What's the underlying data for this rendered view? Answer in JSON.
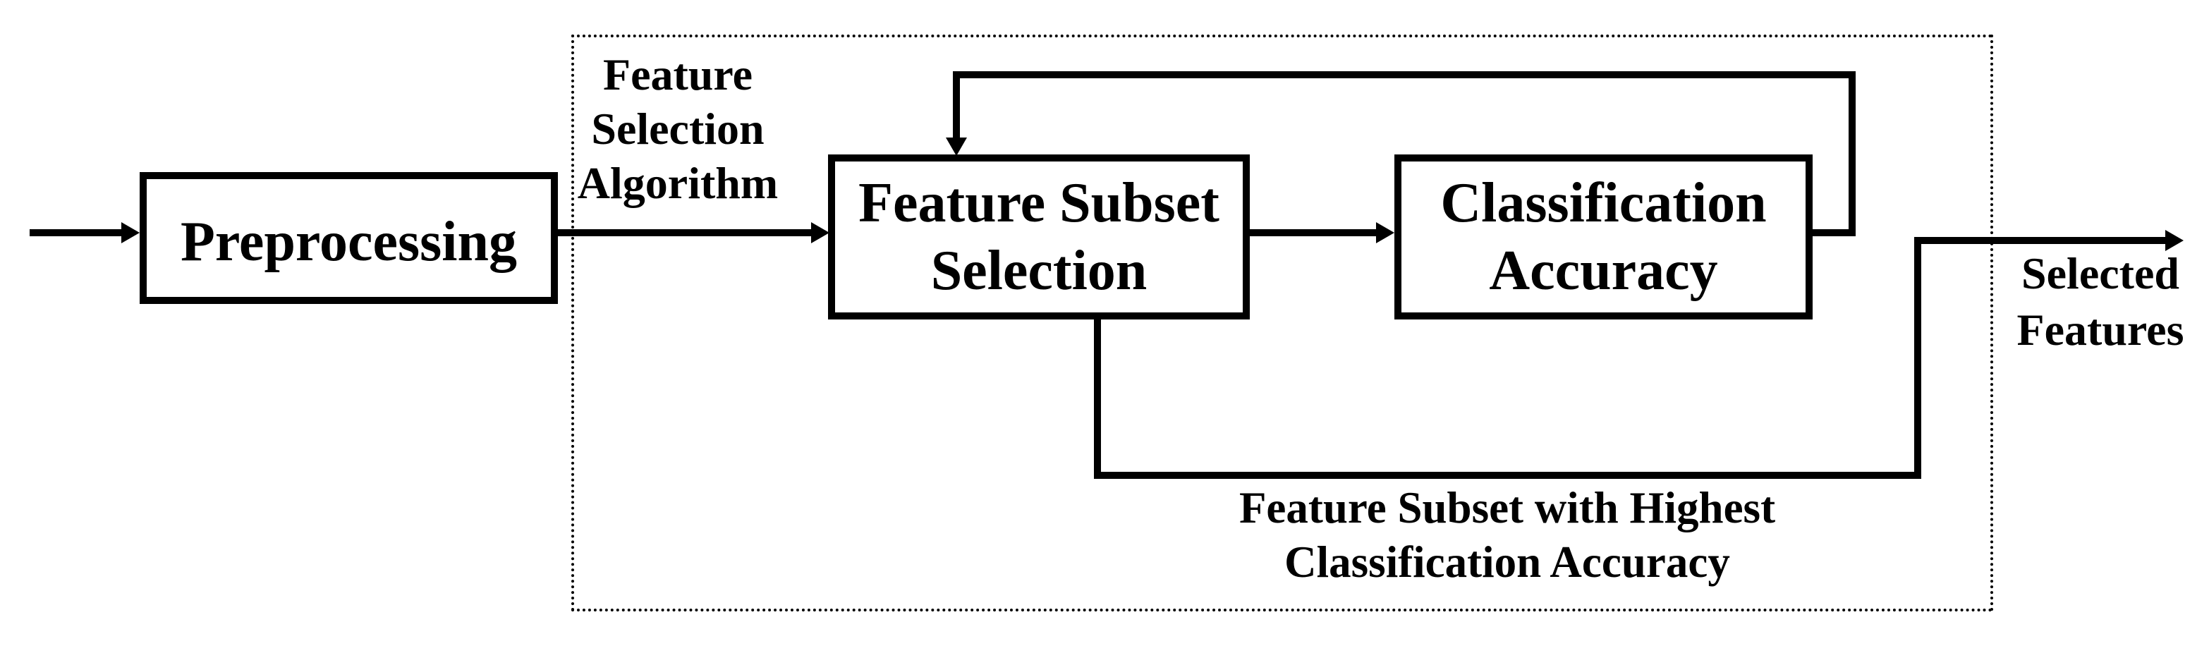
{
  "colors": {
    "ink": "#000000",
    "background": "#ffffff"
  },
  "nodes": {
    "preprocessing": {
      "label": "Preprocessing"
    },
    "feature_subset_selection": {
      "line1": "Feature Subset",
      "line2": "Selection"
    },
    "classification_accuracy": {
      "line1": "Classification",
      "line2": "Accuracy"
    }
  },
  "annotations": {
    "feature_selection_algorithm": {
      "line1": "Feature",
      "line2": "Selection",
      "line3": "Algorithm"
    },
    "selected_features": {
      "line1": "Selected",
      "line2": "Features"
    },
    "highest_accuracy_subset": {
      "line1": "Feature Subset with Highest",
      "line2": "Classification Accuracy"
    }
  }
}
